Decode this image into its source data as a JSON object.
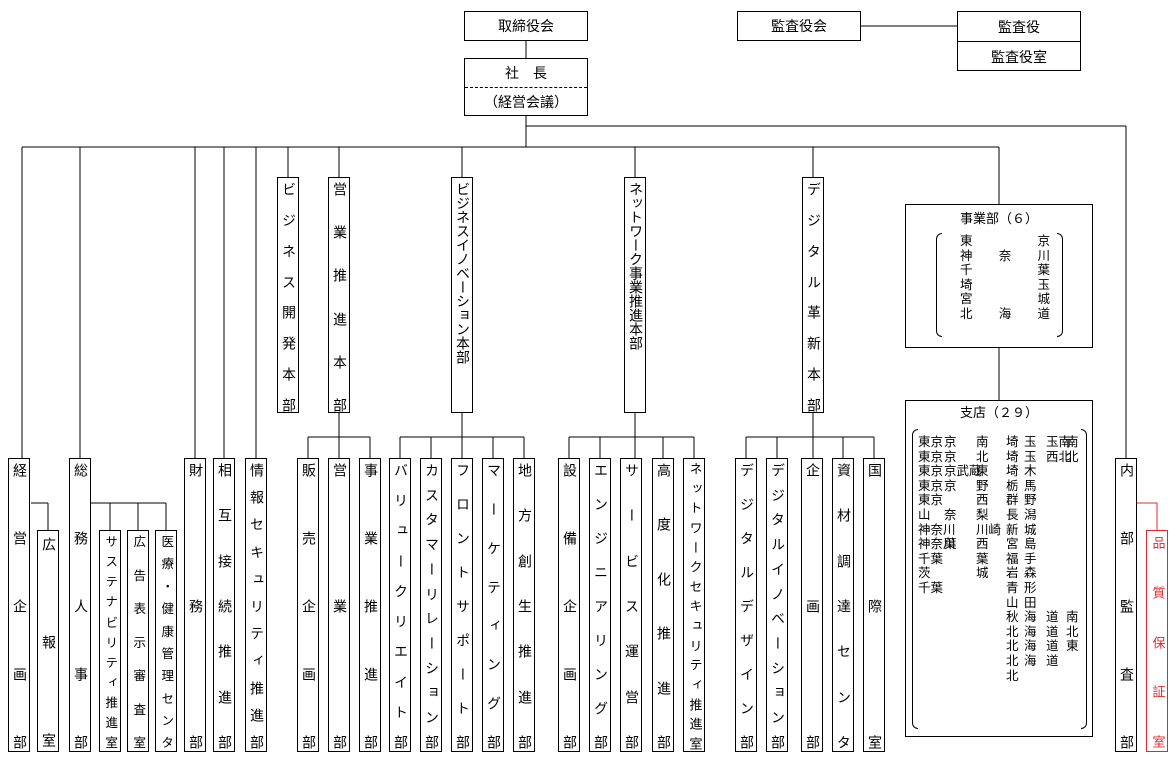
{
  "top": {
    "board": "取締役会",
    "auditors_board": "監査役会",
    "auditor": "監査役",
    "auditor_office": "監査役室",
    "president": "社　長",
    "mgmt_meeting": "（経営会議）"
  },
  "staff": {
    "keiei": "経営企画部",
    "kouhou": "広報室",
    "soumu": "総務人事部",
    "sustain": "サステナビリティ推進室",
    "koukoku": "広告表示審査室",
    "iryou": "医療・健康管理センタ",
    "zaimu": "財務部",
    "sougo": "相互接続推進部",
    "jouhou": "情報セキュリティ推進部"
  },
  "hq": {
    "biz_dev": "ビジネス開発本部",
    "sales_promo": "営業推進本部",
    "biz_innov": "ビジネスイノベーション本部",
    "network": "ネットワーク事業推進本部",
    "digital": "デジタル革新本部"
  },
  "sales_units": {
    "hanbai": "販売企画部",
    "eigyou": "営業部",
    "jigyou": "事業推進部"
  },
  "innov_units": {
    "value": "バリュークリエイト部",
    "customer": "カスタマーリレーション部",
    "front": "フロントサポート部",
    "marketing": "マーケティング部",
    "chihou": "地方創生推進部"
  },
  "net_units": {
    "setsubi": "設備企画部",
    "engineering": "エンジニアリング部",
    "service": "サービス運営部",
    "koudoka": "高度化推進部",
    "netsec": "ネットワークセキュリティ推進室"
  },
  "dig_units": {
    "design": "デジタルデザイン部",
    "innovation": "デジタルイノベーション部",
    "kikaku": "企画部",
    "shizai": "資材調達センタ",
    "kokusai": "国際室"
  },
  "audit": {
    "internal": "内部監査部",
    "quality": "品質保証室",
    "color": "#e0282e"
  },
  "divisions": {
    "title": "事業部（６）",
    "left": "東　　京\n神 奈 川\n千　　葉\n埼　　玉\n宮　　城\n北 海 道"
  },
  "branches": {
    "title": "支店（２９）",
    "col1": "東京\n東京\n東京\n東京\n東京\n山\n神奈川\n神奈川\n千葉\n茨\n千葉",
    "col2": "京\n京\n京武蔵\n京\n\n奈\n\n葉",
    "col3": "南\n北\n東\n野\n西\n梨\n川崎\n西\n葉\n城",
    "col4": "埼\n埼\n埼\n栃\n群\n長\n新\n宮\n福\n岩\n青\n山\n秋\n北\n北\n北\n北",
    "col5": "玉\n玉\n木\n馬\n野\n潟\n城\n島\n手\n森\n形\n田\n海\n海\n海\n海",
    "col6": "玉南\n西北\n\n\n\n\n\n\n\n\n\n\n道\n道\n道\n道",
    "col7": "南\n北\n\n\n\n\n\n\n\n\n\n\n南\n北\n東"
  }
}
